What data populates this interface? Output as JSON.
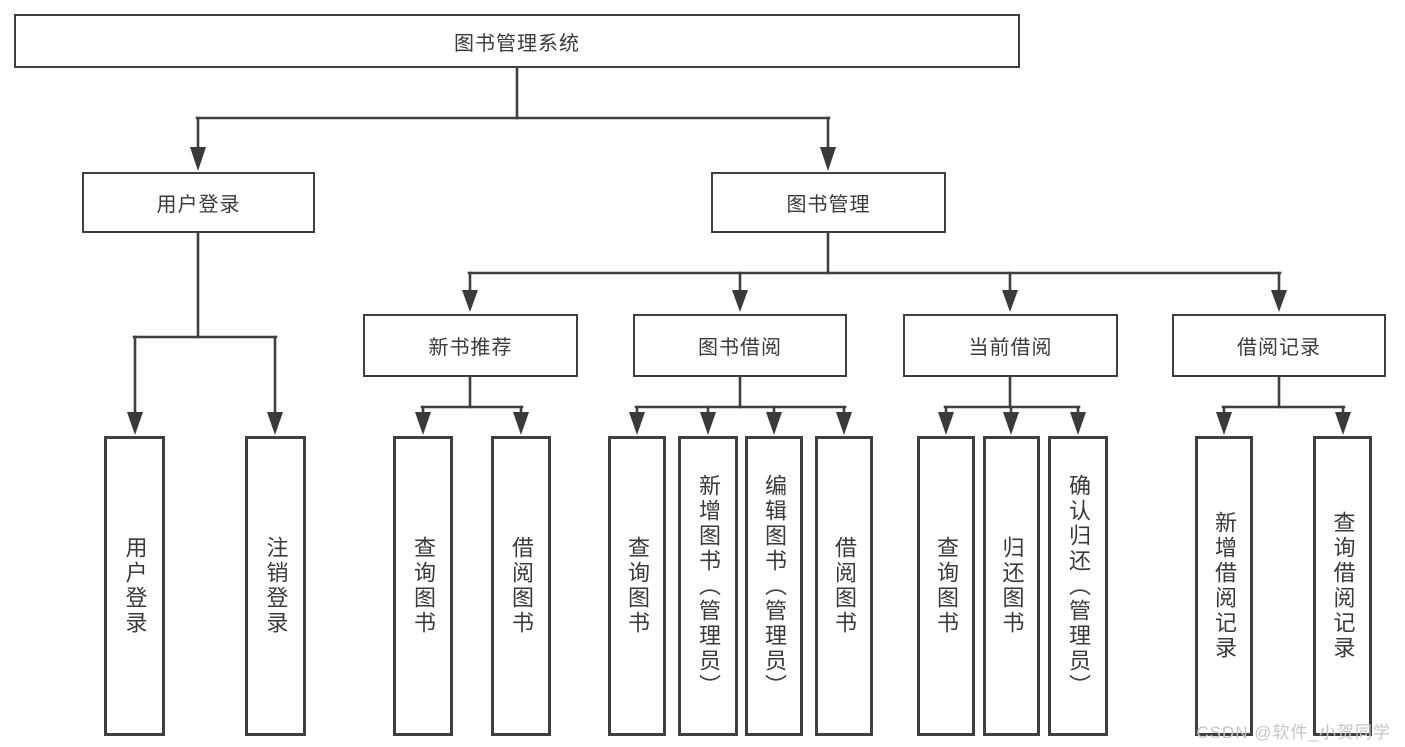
{
  "diagram": {
    "type": "hierarchy-tree",
    "tree": {
      "label": "图书管理系统",
      "children": [
        {
          "label": "用户登录",
          "children": [
            {
              "label": "用户登录"
            },
            {
              "label": "注销登录"
            }
          ]
        },
        {
          "label": "图书管理",
          "children": [
            {
              "label": "新书推荐",
              "children": [
                {
                  "label": "查询图书"
                },
                {
                  "label": "借阅图书"
                }
              ]
            },
            {
              "label": "图书借阅",
              "children": [
                {
                  "label": "查询图书"
                },
                {
                  "label": "新增图书（管理员）"
                },
                {
                  "label": "编辑图书（管理员）"
                },
                {
                  "label": "借阅图书"
                }
              ]
            },
            {
              "label": "当前借阅",
              "children": [
                {
                  "label": "查询图书"
                },
                {
                  "label": "归还图书"
                },
                {
                  "label": "确认归还（管理员）"
                }
              ]
            },
            {
              "label": "借阅记录",
              "children": [
                {
                  "label": "新增借阅记录"
                },
                {
                  "label": "查询借阅记录"
                }
              ]
            }
          ]
        }
      ]
    },
    "line_color": "#3f3f3f",
    "text_color": "#3a3a3a",
    "background_color": "#ffffff"
  },
  "watermark": "CSDN @软件_小贺同学"
}
